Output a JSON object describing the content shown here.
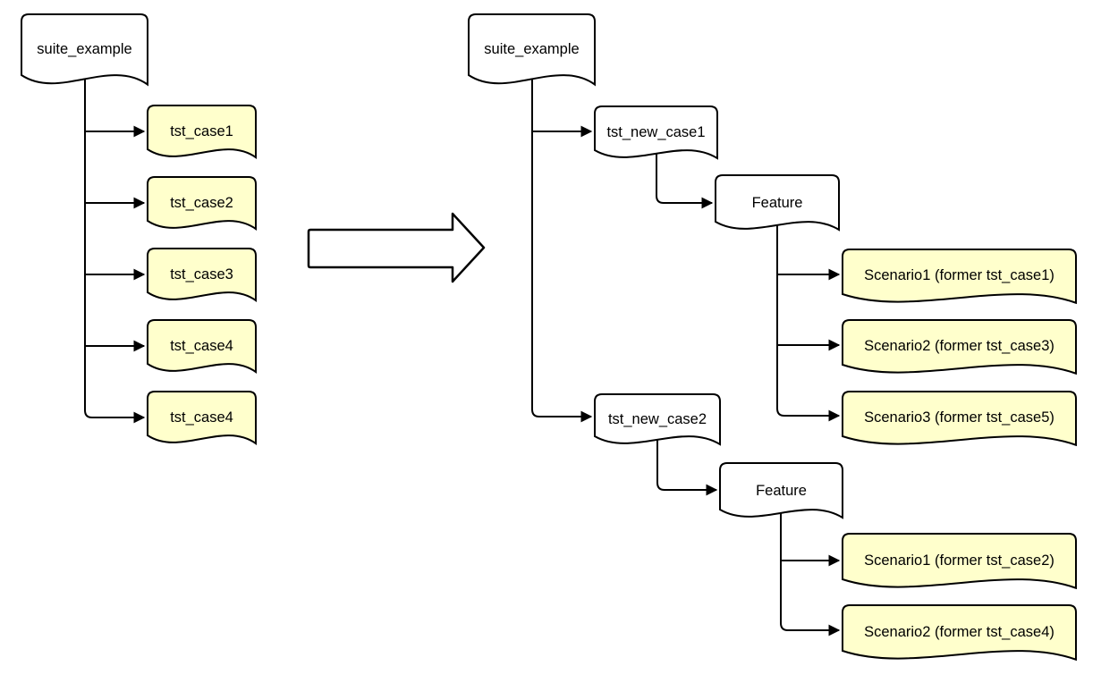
{
  "diagram": {
    "before": {
      "root": "suite_example",
      "cases": [
        "tst_case1",
        "tst_case2",
        "tst_case3",
        "tst_case4",
        "tst_case4"
      ]
    },
    "transform": {
      "icon": "big-right-block-arrow"
    },
    "after": {
      "root": "suite_example",
      "groups": [
        {
          "case": "tst_new_case1",
          "feature": "Feature",
          "scenarios": [
            "Scenario1 (former tst_case1)",
            "Scenario2 (former tst_case3)",
            "Scenario3 (former tst_case5)"
          ]
        },
        {
          "case": "tst_new_case2",
          "feature": "Feature",
          "scenarios": [
            "Scenario1 (former tst_case2)",
            "Scenario2 (former tst_case4)"
          ]
        }
      ]
    },
    "colors": {
      "suite_fill": "#FFFFFF",
      "case_fill": "#FFFFCC",
      "stroke": "#000000"
    },
    "icons": {
      "connector_arrowhead": "filled-right-triangle",
      "transform_arrow": "outlined-right-block-arrow"
    }
  }
}
